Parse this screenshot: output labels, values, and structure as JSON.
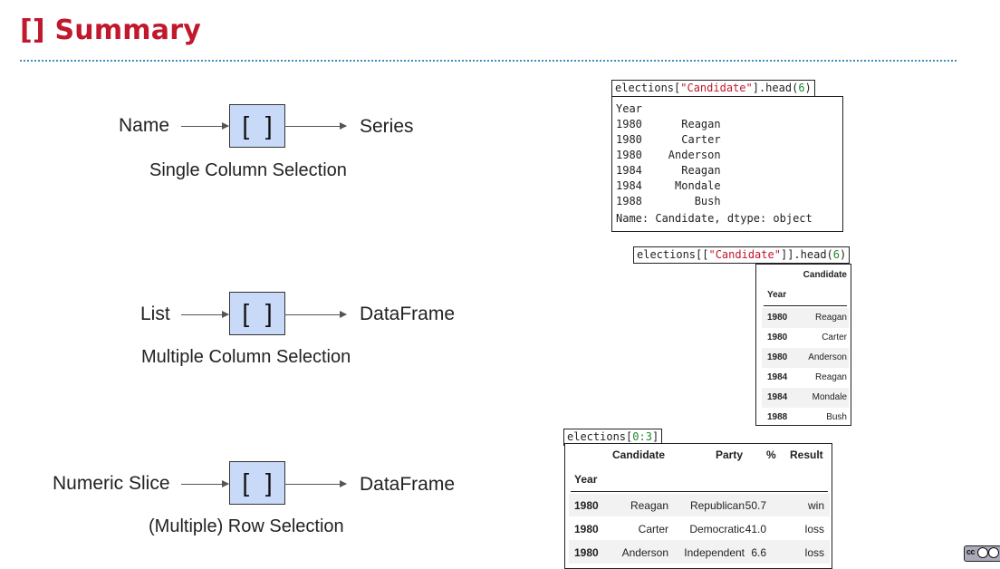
{
  "title": "[] Summary",
  "rows": [
    {
      "input": "Name",
      "operator": "[ ]",
      "output": "Series",
      "caption": "Single Column Selection"
    },
    {
      "input": "List",
      "operator": "[ ]",
      "output": "DataFrame",
      "caption": "Multiple Column Selection"
    },
    {
      "input": "Numeric Slice",
      "operator": "[ ]",
      "output": "DataFrame",
      "caption": "(Multiple) Row Selection"
    }
  ],
  "code_series": {
    "prefix": "elections[",
    "arg": "\"Candidate\"",
    "mid": "].head(",
    "num": "6",
    "suffix": ")"
  },
  "series_output": {
    "lines": [
      "Year",
      "1980      Reagan",
      "1980      Carter",
      "1980    Anderson",
      "1984      Reagan",
      "1984     Mondale",
      "1988        Bush",
      "Name: Candidate, dtype: object"
    ]
  },
  "code_df1": {
    "prefix": "elections[[",
    "arg": "\"Candidate\"",
    "mid": "]].head(",
    "num": "6",
    "suffix": ")"
  },
  "df1": {
    "column": "Candidate",
    "index_name": "Year",
    "rows": [
      {
        "year": "1980",
        "candidate": "Reagan"
      },
      {
        "year": "1980",
        "candidate": "Carter"
      },
      {
        "year": "1980",
        "candidate": "Anderson"
      },
      {
        "year": "1984",
        "candidate": "Reagan"
      },
      {
        "year": "1984",
        "candidate": "Mondale"
      },
      {
        "year": "1988",
        "candidate": "Bush"
      }
    ]
  },
  "code_df2": {
    "prefix": "elections[",
    "slice": "0:3",
    "suffix": "]"
  },
  "df2": {
    "columns": [
      "Candidate",
      "Party",
      "%",
      "Result"
    ],
    "index_name": "Year",
    "rows": [
      {
        "year": "1980",
        "candidate": "Reagan",
        "party": "Republican",
        "pct": "50.7",
        "result": "win"
      },
      {
        "year": "1980",
        "candidate": "Carter",
        "party": "Democratic",
        "pct": "41.0",
        "result": "loss"
      },
      {
        "year": "1980",
        "candidate": "Anderson",
        "party": "Independent",
        "pct": "6.6",
        "result": "loss"
      }
    ]
  },
  "license_badge": {
    "icon": "creative-commons-icon",
    "text": "cc"
  },
  "colors": {
    "title": "#c0182c",
    "operator_fill": "#c9daf8",
    "divider": "#3a8ec4",
    "string": "#c0182c",
    "number": "#1f8a2a"
  }
}
